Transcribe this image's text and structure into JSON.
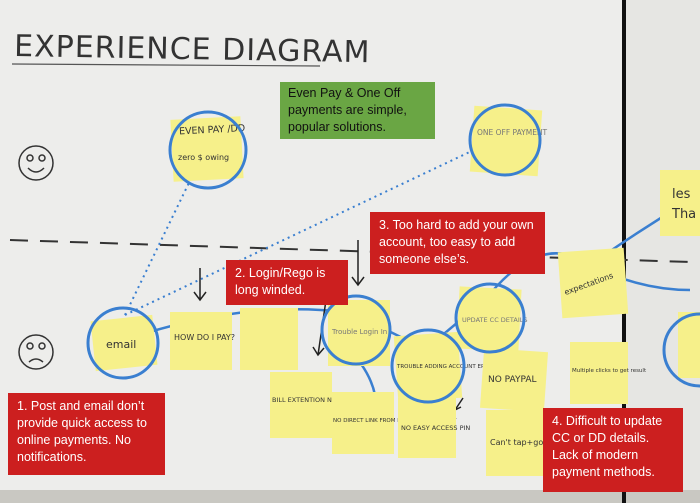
{
  "title": "EXPERIENCE DIAGRAM",
  "colors": {
    "board": "#ededeb",
    "sticky": "#f6f08a",
    "circle": "#3a7fd0",
    "callout_red": "#cc1f1f",
    "callout_green": "#6aa644"
  },
  "callouts": {
    "green": "Even Pay & One Off payments are simple, popular solutions.",
    "login": "2. Login/Rego is long winded.",
    "account": "3. Too hard to add your own account, too easy to add someone else’s.",
    "post_email": "1. Post and email don’t provide quick access to online payments. No notifications.",
    "update": "4. Difficult to update CC or DD details. Lack of modern payment methods."
  },
  "stickies": {
    "even_pay": "EVEN PAY /DD",
    "even_pay_sub": "zero $ owing",
    "one_off": "ONE OFF PAYMENT",
    "how_do": "HOW DO I PAY?",
    "email": "email",
    "trouble": "Trouble Login In",
    "trouble_adding": "TROUBLE ADDING ACCOUNT EPAYPLUS",
    "bill_ext": "BILL EXTENTION NOT EASY ONLINE",
    "no_direct": "NO DIRECT LINK FROM INVOICE TO PAYMENT",
    "no_easy": "NO EASY ACCESS PIN",
    "no_paypal": "NO PAYPAL",
    "update_cc": "UPDATE CC DETAILS",
    "cant_tap": "Can't tap+go",
    "expectations": "expectations",
    "multiple": "Multiple clicks to get result",
    "edge_les": "les",
    "edge_tha": "Tha"
  }
}
